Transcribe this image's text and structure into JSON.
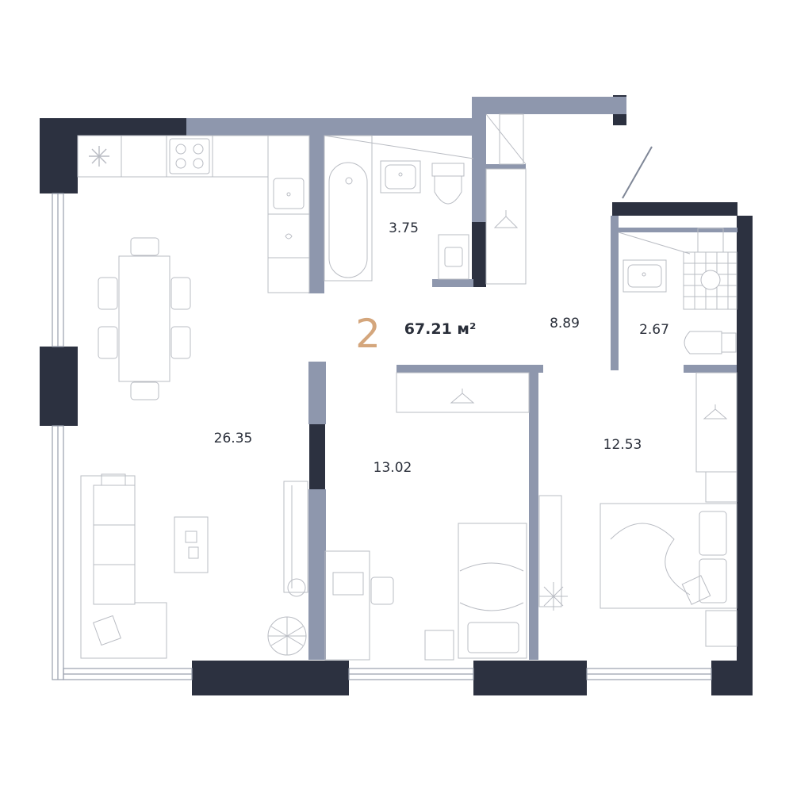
{
  "plan": {
    "rooms_count": "2",
    "total_area": "67.21 м²",
    "rooms": [
      {
        "id": "living",
        "area": "26.35"
      },
      {
        "id": "bathroom",
        "area": "3.75"
      },
      {
        "id": "hall",
        "area": "8.89"
      },
      {
        "id": "wc",
        "area": "2.67"
      },
      {
        "id": "bedroom",
        "area": "13.02"
      },
      {
        "id": "master-bedroom",
        "area": "12.53"
      }
    ]
  },
  "colors": {
    "dark_wall": "#2c3140",
    "light_wall": "#8e97ad",
    "accent": "#d4a67c",
    "furniture": "#b9bcc3"
  },
  "icons": [
    "snowflake-icon",
    "hanger-icon",
    "plant-icon"
  ]
}
